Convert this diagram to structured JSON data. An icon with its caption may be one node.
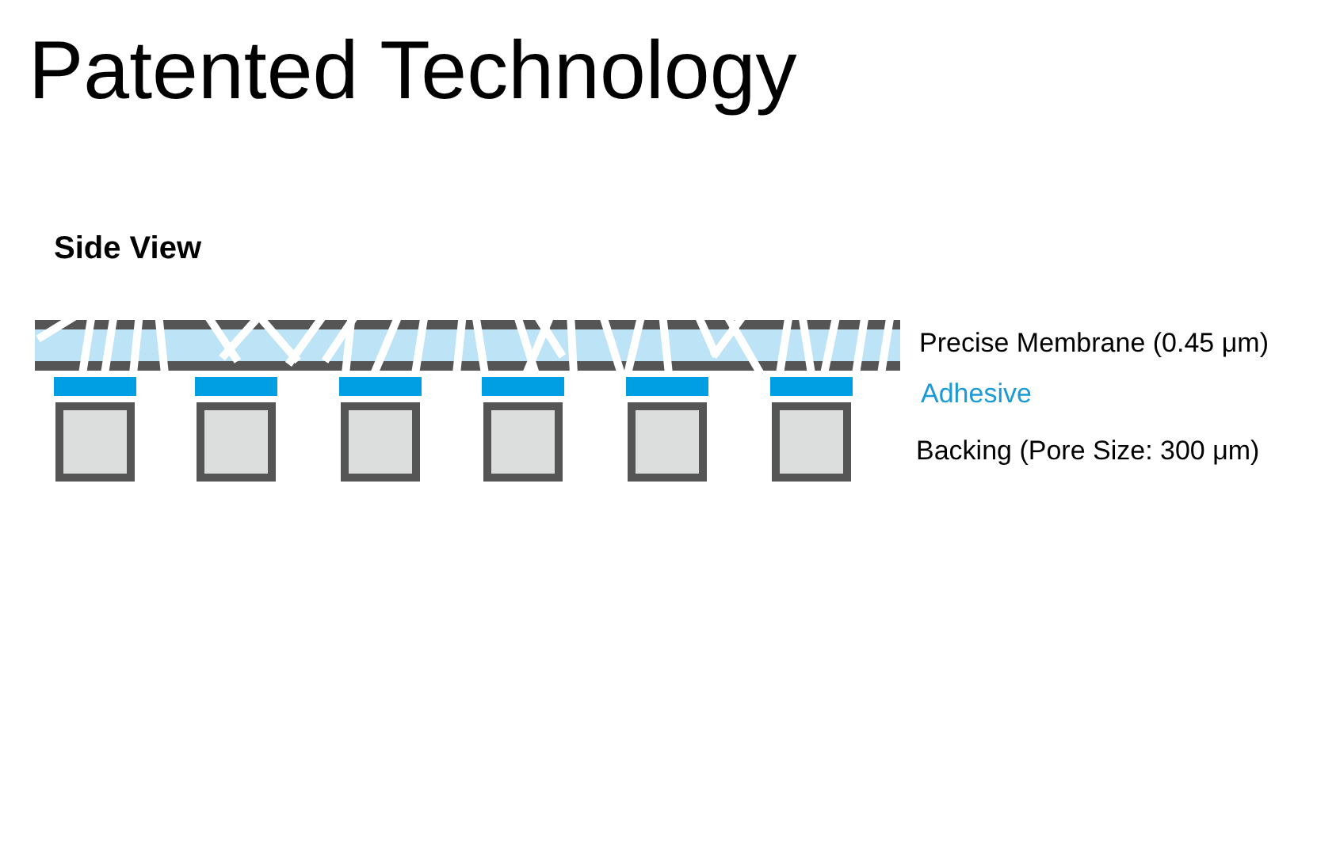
{
  "diagram": {
    "title": "Patented Technology",
    "labels": [
      "Side View",
      "Precise Membrane (0.45 μm)",
      "Adhesive",
      "Backing (Pore Size: 300 μm)"
    ]
  }
}
